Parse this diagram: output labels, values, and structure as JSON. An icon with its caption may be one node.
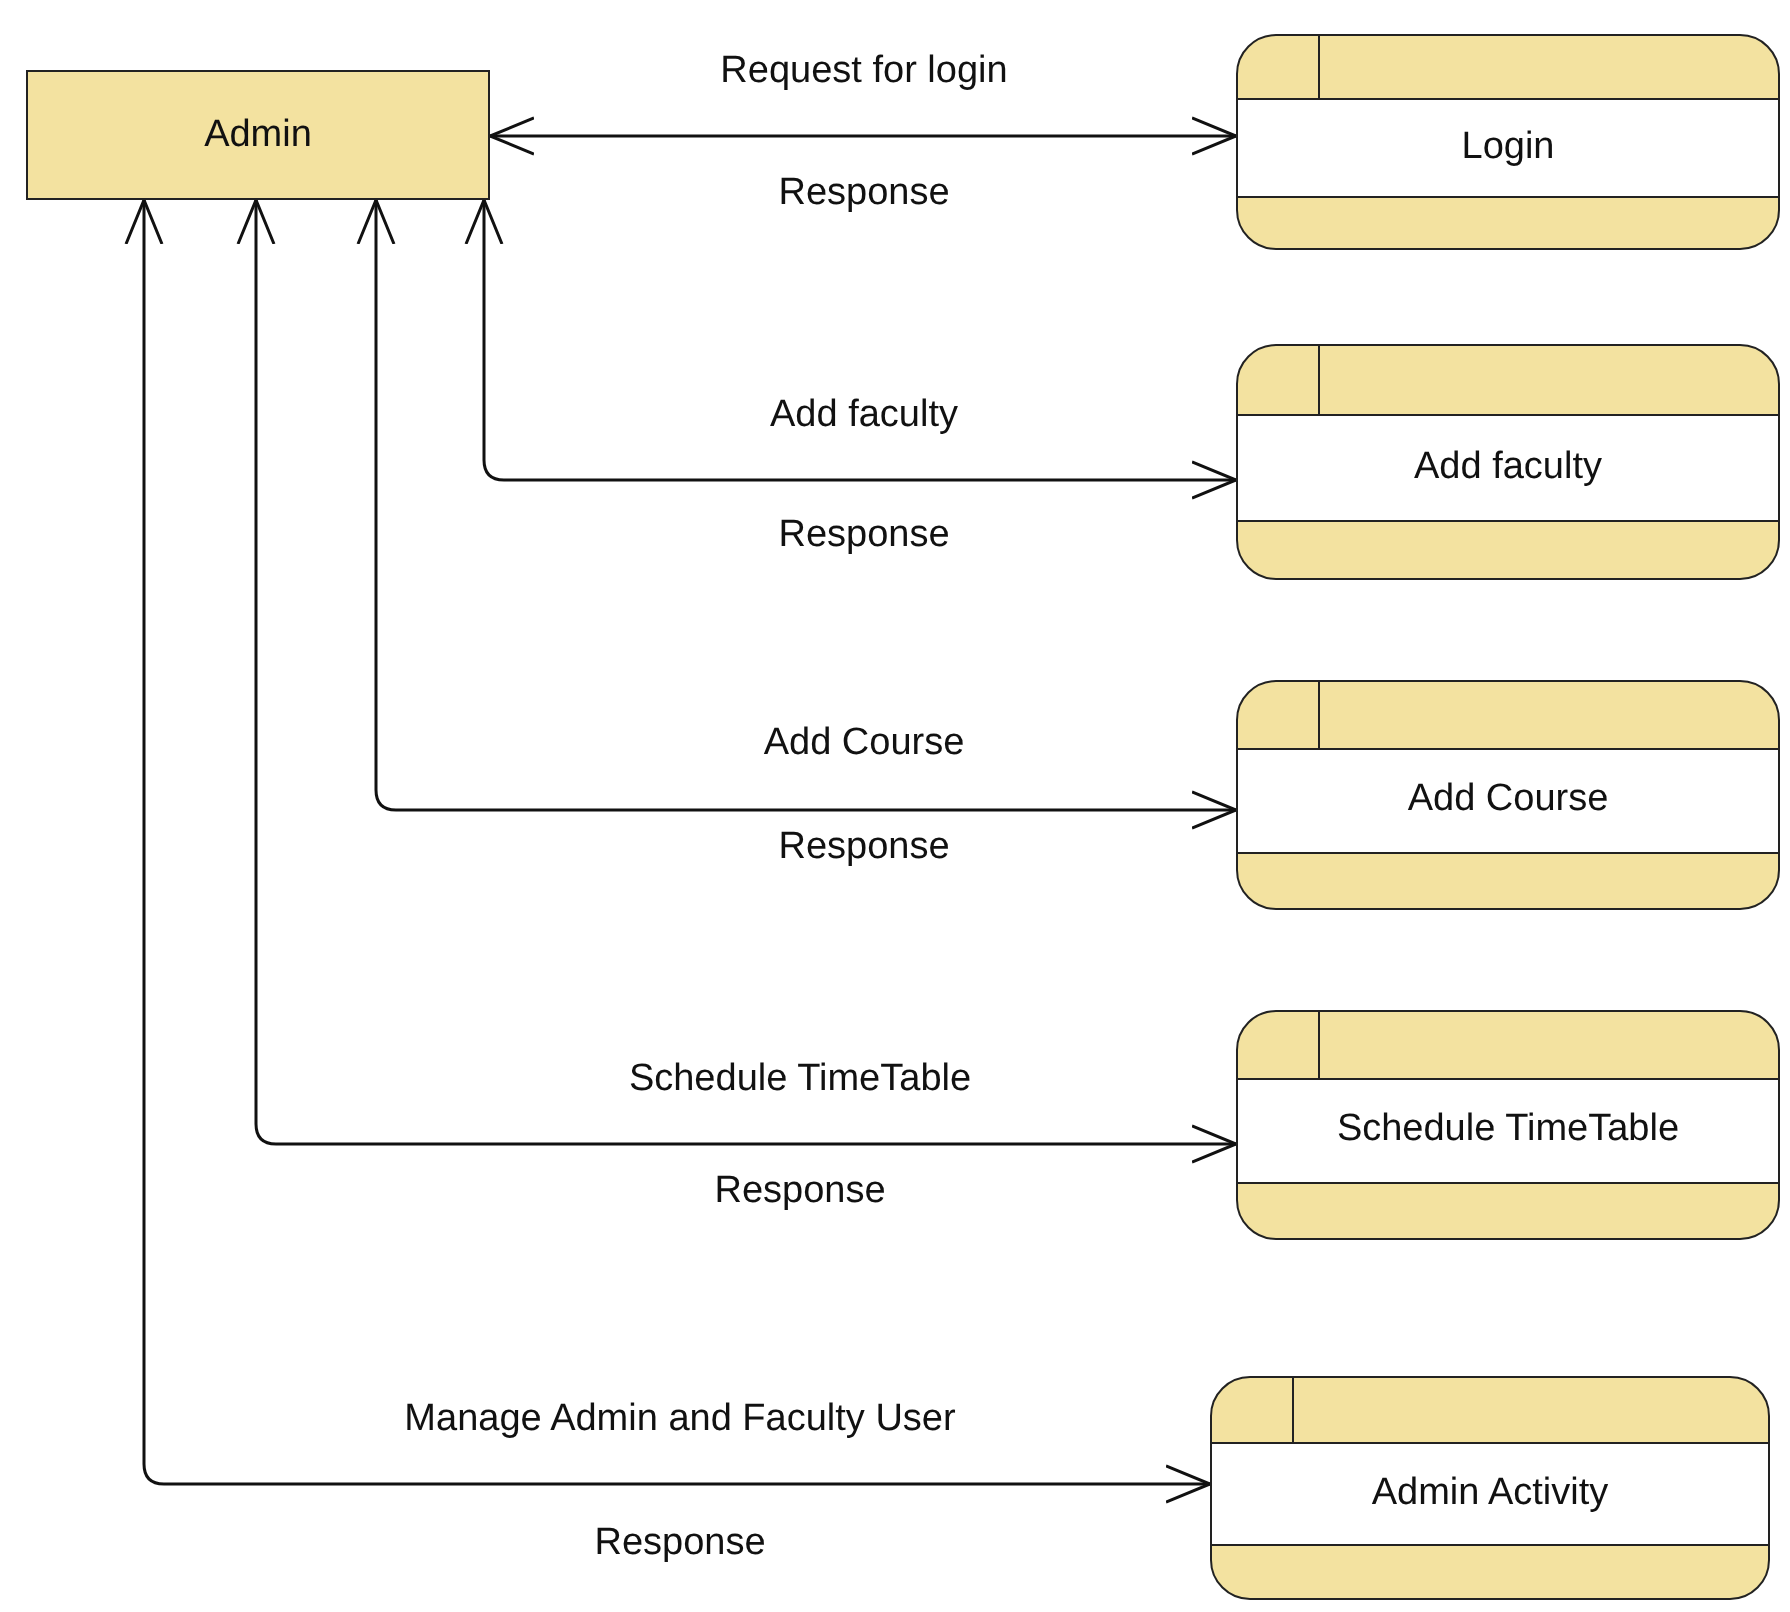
{
  "diagram": {
    "nodes": [
      {
        "text": [
          "Admin"
        ]
      },
      {
        "text": [
          "Login"
        ]
      },
      {
        "text": [
          "Add faculty"
        ]
      },
      {
        "text": [
          "Add Course"
        ]
      },
      {
        "text": [
          "Schedule TimeTable"
        ]
      },
      {
        "text": [
          "Admin Activity"
        ]
      }
    ],
    "edges": [
      {
        "from": 0,
        "to": 1,
        "arrow": "both",
        "label": "Request for login"
      },
      {
        "from": 0,
        "to": 2,
        "arrow": "both",
        "label": "Add faculty"
      },
      {
        "from": 0,
        "to": 3,
        "arrow": "both",
        "label": "Add Course"
      },
      {
        "from": 0,
        "to": 4,
        "arrow": "both",
        "label": "Schedule TimeTable"
      },
      {
        "from": 0,
        "to": 5,
        "arrow": "both",
        "label": "Manage Admin and Faculty User"
      }
    ],
    "labels": [
      "Response",
      "Response",
      "Response",
      "Response",
      "Response"
    ]
  }
}
